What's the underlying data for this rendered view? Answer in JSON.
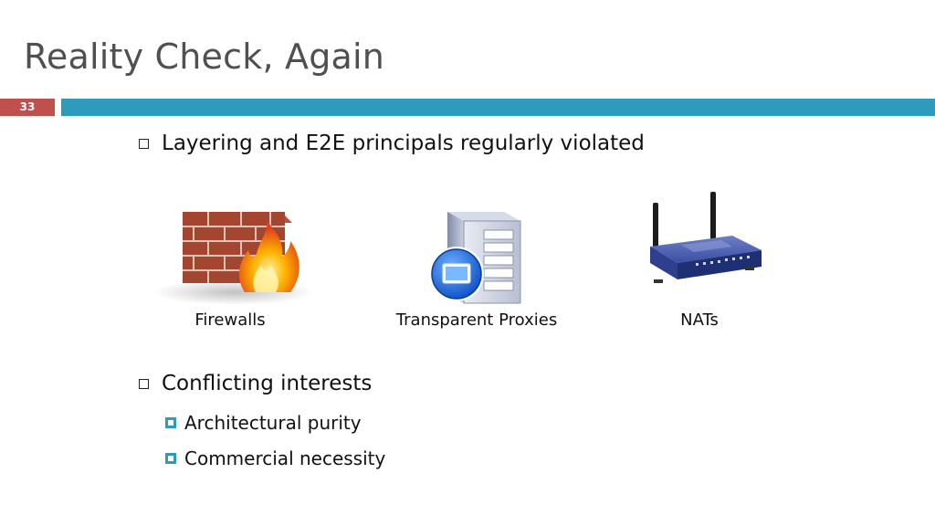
{
  "slide": {
    "title": "Reality Check, Again",
    "number": "33"
  },
  "bullets": {
    "first": "Layering and E2E principals regularly violated",
    "second": "Conflicting interests",
    "sub": [
      "Architectural purity",
      "Commercial necessity"
    ]
  },
  "images": [
    {
      "caption": "Firewalls",
      "icon": "firewall-icon"
    },
    {
      "caption": "Transparent Proxies",
      "icon": "proxy-server-icon"
    },
    {
      "caption": "NATs",
      "icon": "router-icon"
    }
  ],
  "colors": {
    "accent": "#2e9bbd",
    "number_badge": "#c0504d",
    "title_text": "#505050"
  }
}
